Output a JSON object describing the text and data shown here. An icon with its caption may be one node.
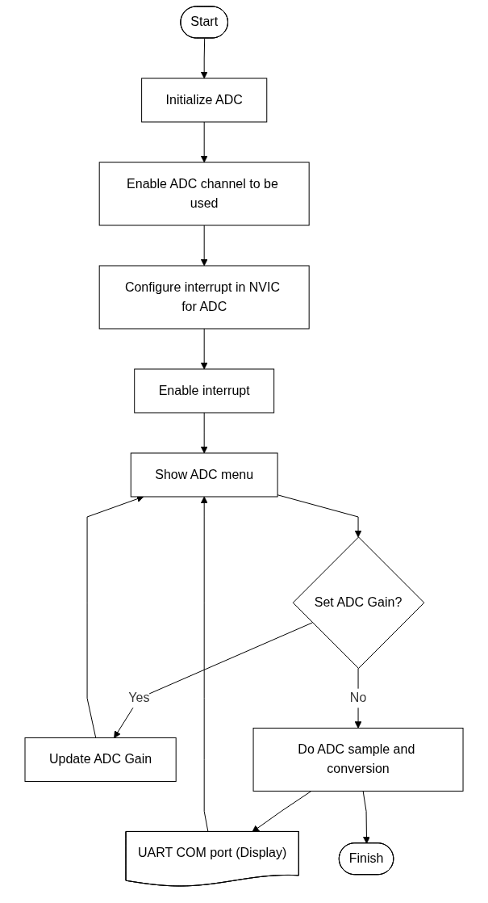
{
  "diagram": {
    "nodes": [
      {
        "text": [
          "Start"
        ]
      },
      {
        "text": [
          "Initialize ADC"
        ]
      },
      {
        "text": [
          "Enable ADC channel to be used"
        ]
      },
      {
        "text": [
          "Configure interrupt in NVIC for ADC"
        ]
      },
      {
        "text": [
          "Enable interrupt"
        ]
      },
      {
        "text": [
          "Show ADC menu"
        ]
      },
      {
        "text": [
          "Set ADC Gain?"
        ]
      },
      {
        "text": [
          "Update ADC Gain"
        ]
      },
      {
        "text": [
          "UART COM port (Display)"
        ]
      },
      {
        "text": [
          "Do ADC sample and conversion"
        ]
      },
      {
        "text": [
          "Finish"
        ]
      }
    ],
    "edges": [
      {
        "from": 0,
        "to": 1,
        "arrow": "to"
      },
      {
        "from": 1,
        "to": 2,
        "arrow": "to"
      },
      {
        "from": 2,
        "to": 3,
        "arrow": "to"
      },
      {
        "from": 3,
        "to": 4,
        "arrow": "to"
      },
      {
        "from": 4,
        "to": 5,
        "arrow": "to"
      },
      {
        "from": 5,
        "to": 6,
        "arrow": "to"
      },
      {
        "from": 6,
        "to": 7,
        "arrow": "to",
        "label": "Yes"
      },
      {
        "from": 7,
        "to": 5,
        "arrow": "to"
      },
      {
        "from": 6,
        "to": 9,
        "arrow": "to",
        "label": "No"
      },
      {
        "from": 9,
        "to": 8,
        "arrow": "to"
      },
      {
        "from": 8,
        "to": 5,
        "arrow": "to"
      },
      {
        "from": 9,
        "to": 10,
        "arrow": "to"
      }
    ]
  }
}
